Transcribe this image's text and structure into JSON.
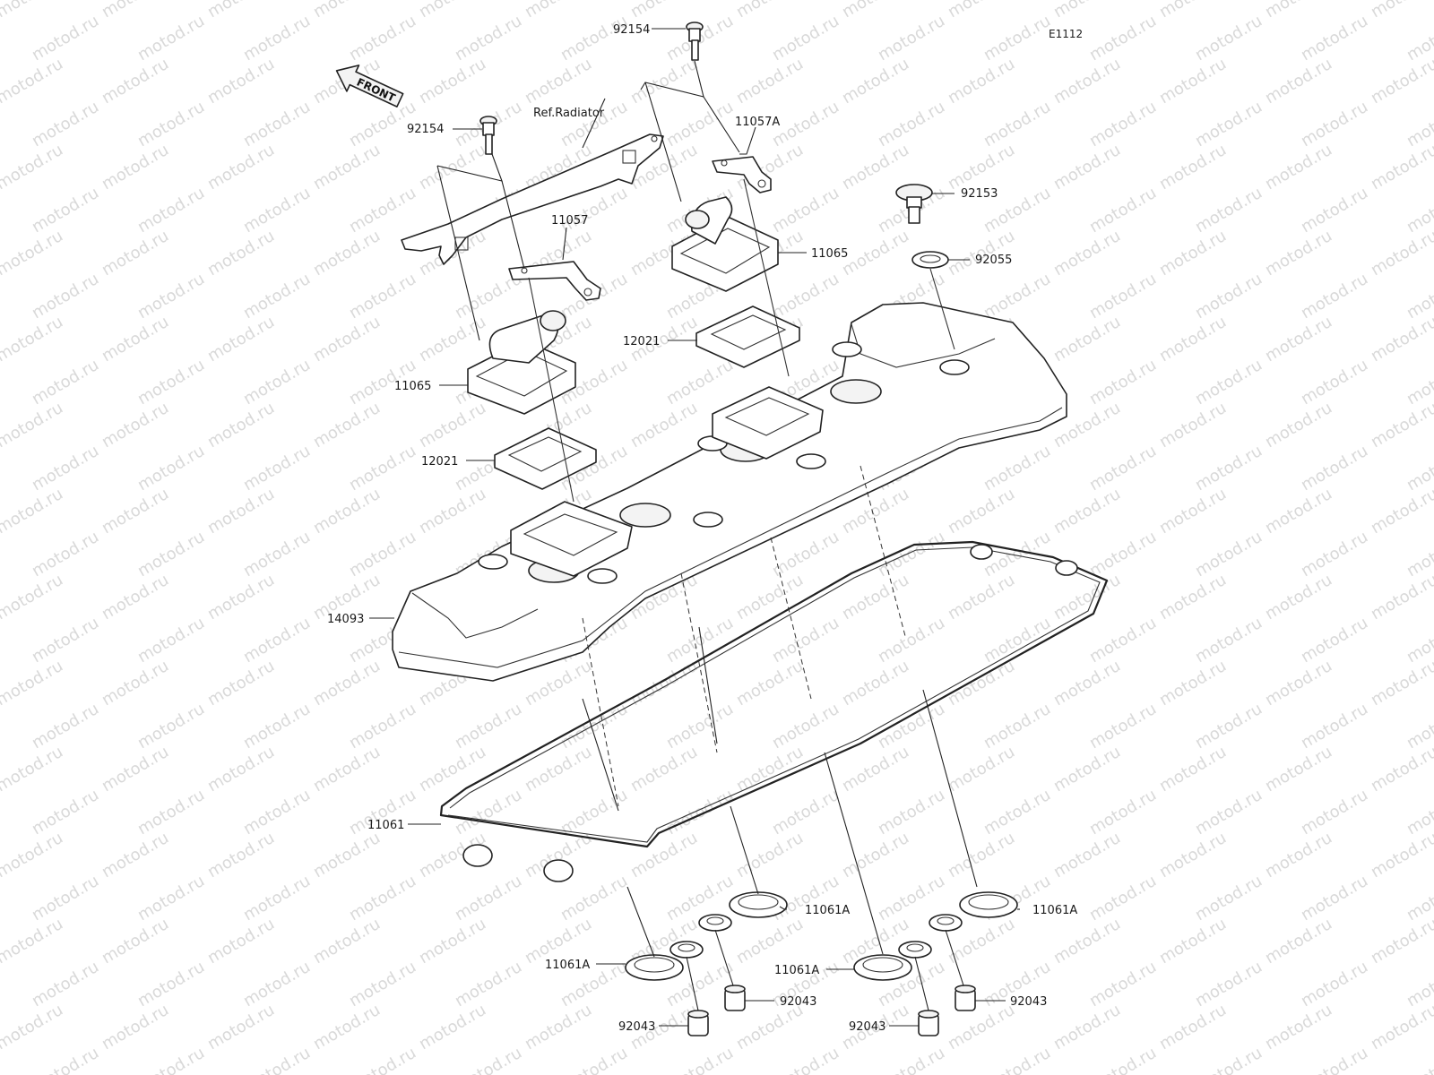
{
  "diagram_code": "E1112",
  "front_arrow": {
    "text": "FRONT"
  },
  "reference_note": "Ref.Radiator",
  "watermark": "motod.ru",
  "callouts": [
    {
      "id": "c-92154-top",
      "text": "92154"
    },
    {
      "id": "c-92154-left",
      "text": "92154"
    },
    {
      "id": "c-11057a",
      "text": "11057A"
    },
    {
      "id": "c-92153",
      "text": "92153"
    },
    {
      "id": "c-11057",
      "text": "11057"
    },
    {
      "id": "c-11065-right",
      "text": "11065"
    },
    {
      "id": "c-92055",
      "text": "92055"
    },
    {
      "id": "c-12021-right",
      "text": "12021"
    },
    {
      "id": "c-11065-left",
      "text": "11065"
    },
    {
      "id": "c-12021-left",
      "text": "12021"
    },
    {
      "id": "c-14093",
      "text": "14093"
    },
    {
      "id": "c-11061",
      "text": "11061"
    },
    {
      "id": "c-11061a-1",
      "text": "11061A"
    },
    {
      "id": "c-11061a-2",
      "text": "11061A"
    },
    {
      "id": "c-11061a-3",
      "text": "11061A"
    },
    {
      "id": "c-11061a-4",
      "text": "11061A"
    },
    {
      "id": "c-92043-1",
      "text": "92043"
    },
    {
      "id": "c-92043-2",
      "text": "92043"
    },
    {
      "id": "c-92043-3",
      "text": "92043"
    },
    {
      "id": "c-92043-4",
      "text": "92043"
    }
  ]
}
